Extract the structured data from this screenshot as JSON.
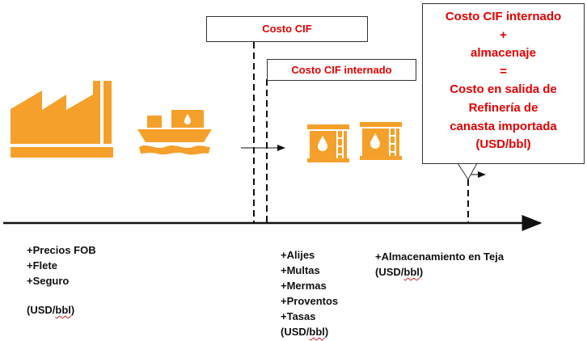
{
  "callouts": {
    "cif": {
      "label": "Costo CIF"
    },
    "cif_internado": {
      "label": "Costo CIF internado"
    },
    "salida": {
      "lines": [
        "Costo CIF internado",
        "+",
        "almacenaje",
        "=",
        "Costo en salida de",
        "Refinería de",
        "canasta importada",
        "(USD/bbl)"
      ]
    }
  },
  "lists": {
    "origin": {
      "items": [
        "+Precios FOB",
        "+Flete",
        "+Seguro"
      ],
      "unit": "(USD/bbl)"
    },
    "port": {
      "items": [
        "+Alijes",
        "+Multas",
        "+Mermas",
        "+Proventos",
        "+Tasas"
      ],
      "unit": "(USD/bbl)"
    },
    "storage": {
      "items": [
        "+Almacenamiento en Teja"
      ],
      "unit": "(USD/bbl)"
    }
  },
  "icons": [
    "factory-icon",
    "ship-icon",
    "storage-tank-icon",
    "storage-tank-icon"
  ],
  "colors": {
    "icon_orange": "#f5a02a",
    "callout_red": "#e00000",
    "line": "#111111"
  }
}
